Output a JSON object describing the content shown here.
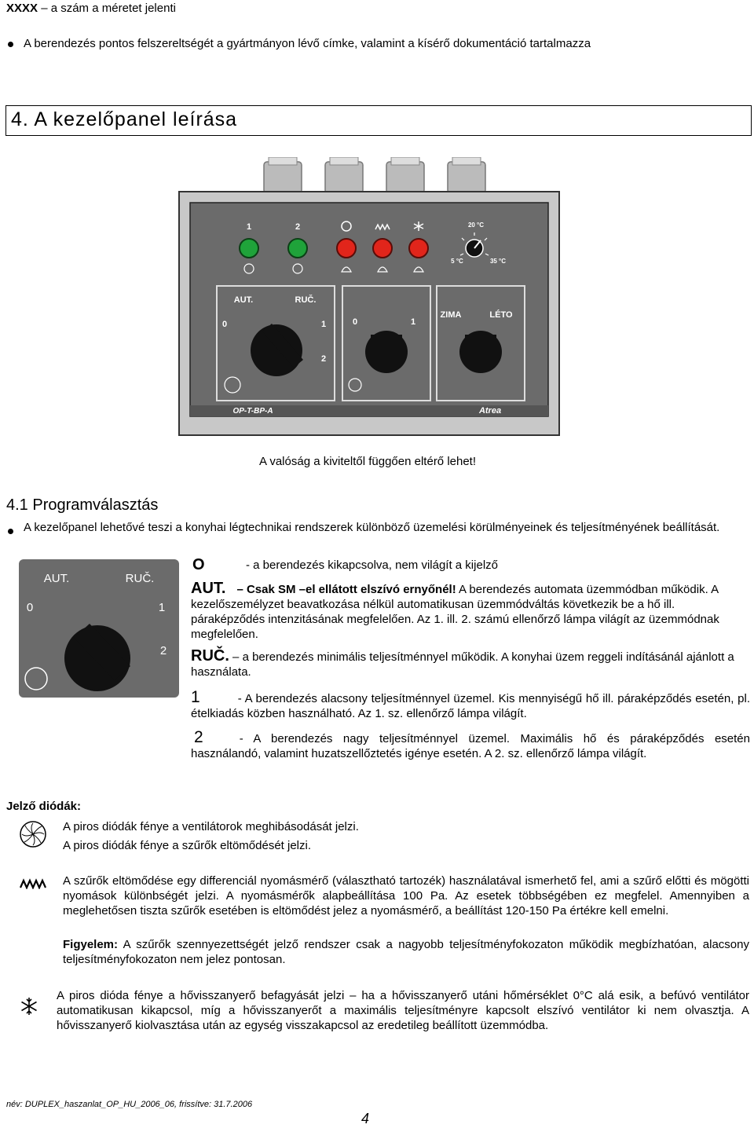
{
  "header": {
    "code": "XXXX",
    "code_note": " – a szám a méretet jelenti"
  },
  "note_equipment": "A berendezés pontos felszereltségét a gyártmányon lévő címke, valamint a kísérő dokumentáció tartalmazza",
  "section_title": "4.  A kezelőpanel leírása",
  "panel": {
    "led_labels": [
      "1",
      "2"
    ],
    "temp_top": "20 °C",
    "temp_left": "5 °C",
    "temp_right": "35 °C",
    "sw1_aut": "AUT.",
    "sw1_ruc": "RUČ.",
    "sw1_0": "0",
    "sw1_1": "1",
    "sw1_2": "2",
    "sw2_0": "0",
    "sw2_1": "1",
    "sw3_zima": "ZIMA",
    "sw3_leto": "LÉTO",
    "model": "OP-T-BP-A",
    "brand": "Atrea"
  },
  "caption": "A valóság a kiviteltől függően eltérő lehet!",
  "sub_title": "4.1 Programválasztás",
  "sub_intro": "A kezelőpanel lehetővé teszi a konyhai légtechnikai rendszerek különböző üzemelési körülményeinek és teljesítményének beállítását.",
  "switch_small": {
    "aut": "AUT.",
    "ruc": "RUČ.",
    "zero": "0",
    "one": "1",
    "two": "2"
  },
  "modes": {
    "o_key": "O",
    "o_text": "- a berendezés kikapcsolva, nem világít a kijelző",
    "aut_key": "AUT.",
    "aut_bold": "– Csak SM –el ellátott elszívó ernyőnél!",
    "aut_text": " A berendezés automata üzemmódban működik. A kezelőszemélyzet beavatkozása nélkül automatikusan üzemmódváltás következik be a hő ill. páraképződés intenzitásának megfelelően. Az 1. ill. 2. számú ellenőrző lámpa világít az üzemmódnak megfelelően.",
    "ruc_key": "RUČ.",
    "ruc_text": " – a berendezés minimális teljesítménnyel működik. A konyhai üzem reggeli indításánál ajánlott a használata.",
    "one_key": "1",
    "one_text": "- A berendezés alacsony teljesítménnyel üzemel. Kis mennyiségű hő ill. páraképződés esetén, pl. ételkiadás közben használható. Az 1. sz. ellenőrző lámpa világít.",
    "two_key": "2",
    "two_text": "- A berendezés nagy teljesítménnyel üzemel. Maximális hő és páraképződés esetén használandó, valamint huzatszellőztetés igénye esetén. A 2. sz. ellenőrző lámpa világít."
  },
  "leds_title": "Jelző diódák:",
  "led_fan_1": "A piros diódák fénye a ventilátorok meghibásodását jelzi.",
  "led_fan_2": "A piros diódák fénye a szűrők eltömődését jelzi.",
  "filter_text": "A szűrők eltömődése egy differenciál nyomásmérő (választható tartozék) használatával ismerhető fel, ami a szűrő előtti és mögötti nyomások különbségét jelzi. A nyomásmérők alapbeállítása 100 Pa. Az esetek többségében ez megfelel. Amennyiben a meglehetősen tiszta szűrők esetében is eltömődést jelez a nyomásmérő, a beállítást 120-150 Pa értékre kell emelni.",
  "warning_label": "Figyelem:",
  "warning_text": " A szűrők szennyezettségét jelző rendszer csak a nagyobb teljesítményfokozaton működik megbízhatóan, alacsony teljesítményfokozaton nem jelez pontosan.",
  "frost_text": "A piros dióda fénye a hővisszanyerő befagyását jelzi – ha a hővisszanyerő utáni hőmérséklet 0°C alá esik, a befúvó ventilátor automatikusan kikapcsol, míg a hővisszanyerőt a maximális teljesítményre kapcsolt elszívó ventilátor ki nem olvasztja. A hővisszanyerő kiolvasztása után az egység visszakapcsol az eredetileg beállított üzemmódba.",
  "footer": "név: DUPLEX_haszanlat_OP_HU_2006_06, frissítve: 31.7.2006",
  "page_number": "4"
}
